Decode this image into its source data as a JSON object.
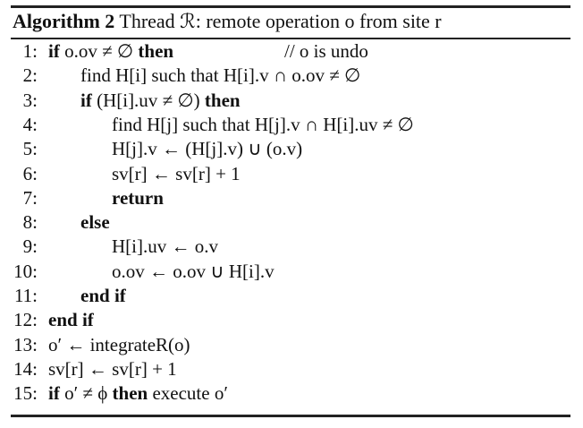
{
  "caption": {
    "label": "Algorithm 2",
    "title": "Thread ℛ: remote operation o from site r"
  },
  "lines": [
    {
      "num": "1:",
      "indent": 0,
      "text": "if o.ov ≠ ∅ then",
      "comment": "// o is undo"
    },
    {
      "num": "2:",
      "indent": 1,
      "text": "find H[i] such that H[i].v ∩ o.ov ≠ ∅"
    },
    {
      "num": "3:",
      "indent": 1,
      "text": "if (H[i].uv ≠ ∅) then"
    },
    {
      "num": "4:",
      "indent": 2,
      "text": "find H[j] such that H[j].v ∩ H[i].uv ≠ ∅"
    },
    {
      "num": "5:",
      "indent": 2,
      "text": "H[j].v ← (H[j].v) ∪ (o.v)"
    },
    {
      "num": "6:",
      "indent": 2,
      "text": "sv[r] ← sv[r] + 1"
    },
    {
      "num": "7:",
      "indent": 2,
      "text": "return"
    },
    {
      "num": "8:",
      "indent": 1,
      "text": "else"
    },
    {
      "num": "9:",
      "indent": 2,
      "text": "H[i].uv ← o.v"
    },
    {
      "num": "10:",
      "indent": 2,
      "text": "o.ov ← o.ov ∪ H[i].v"
    },
    {
      "num": "11:",
      "indent": 1,
      "text": "end if"
    },
    {
      "num": "12:",
      "indent": 0,
      "text": "end if"
    },
    {
      "num": "13:",
      "indent": 0,
      "text": "o′ ← integrateR(o)"
    },
    {
      "num": "14:",
      "indent": 0,
      "text": "sv[r] ← sv[r] + 1"
    },
    {
      "num": "15:",
      "indent": 0,
      "text": "if o′ ≠ ϕ then execute o′"
    }
  ]
}
